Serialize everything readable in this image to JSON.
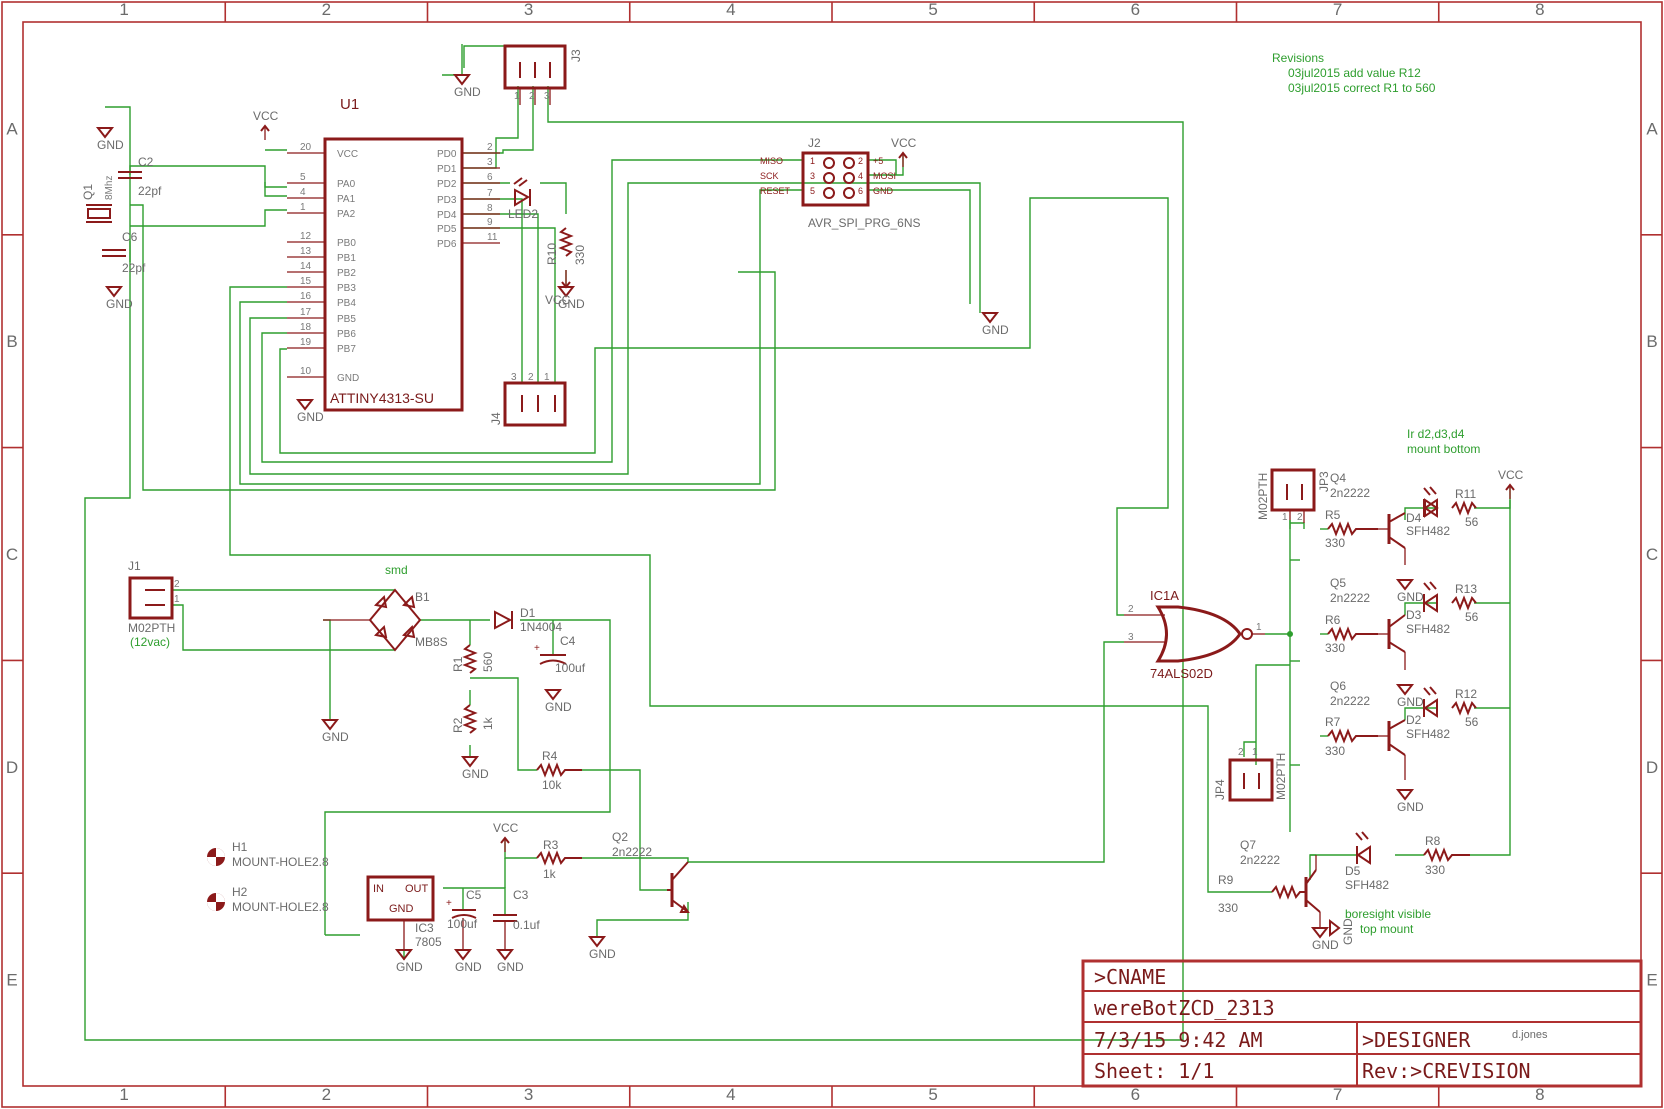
{
  "frame": {
    "columns": [
      "1",
      "2",
      "3",
      "4",
      "5",
      "6",
      "7",
      "8"
    ],
    "rows": [
      "A",
      "B",
      "C",
      "D",
      "E"
    ]
  },
  "revisions": {
    "heading": "Revisions",
    "entries": [
      "03jul2015 add value R12",
      "03jul2015 correct R1 to 560"
    ]
  },
  "notes": {
    "ir_mount": [
      "Ir d2,d3,d4",
      "mount bottom"
    ],
    "boresight": [
      "boresight visible",
      "top mount"
    ],
    "smd": "smd",
    "j1_voltage": "(12vac)"
  },
  "title_block": {
    "name": ">CNAME",
    "project": "wereBotZCD_2313",
    "datetime": "7/3/15 9:42 AM",
    "designer": ">DESIGNER",
    "designer_name": "d.jones",
    "sheet": "Sheet: 1/1",
    "revision": "Rev:>CREVISION"
  },
  "u1": {
    "name": "U1",
    "value": "ATTINY4313-SU",
    "left_pins": [
      {
        "num": "20",
        "name": "VCC"
      },
      {
        "num": "5",
        "name": "PA0"
      },
      {
        "num": "4",
        "name": "PA1"
      },
      {
        "num": "1",
        "name": "PA2"
      },
      {
        "num": "12",
        "name": "PB0"
      },
      {
        "num": "13",
        "name": "PB1"
      },
      {
        "num": "14",
        "name": "PB2"
      },
      {
        "num": "15",
        "name": "PB3"
      },
      {
        "num": "16",
        "name": "PB4"
      },
      {
        "num": "17",
        "name": "PB5"
      },
      {
        "num": "18",
        "name": "PB6"
      },
      {
        "num": "19",
        "name": "PB7"
      },
      {
        "num": "10",
        "name": "GND"
      }
    ],
    "right_pins": [
      {
        "num": "2",
        "name": "PD0"
      },
      {
        "num": "3",
        "name": "PD1"
      },
      {
        "num": "6",
        "name": "PD2"
      },
      {
        "num": "7",
        "name": "PD3"
      },
      {
        "num": "8",
        "name": "PD4"
      },
      {
        "num": "9",
        "name": "PD5"
      },
      {
        "num": "11",
        "name": "PD6"
      }
    ]
  },
  "j2": {
    "name": "J2",
    "value": "AVR_SPI_PRG_6NS",
    "left": [
      {
        "label": "MISO",
        "num": "1"
      },
      {
        "label": "SCK",
        "num": "3"
      },
      {
        "label": "RESET",
        "num": "5"
      }
    ],
    "right": [
      {
        "label": "+5",
        "num": "2"
      },
      {
        "label": "MOSI",
        "num": "4"
      },
      {
        "label": "GND",
        "num": "6"
      }
    ]
  },
  "parts": {
    "j3": {
      "name": "J3",
      "pins": [
        "1",
        "2",
        "3"
      ]
    },
    "j4": {
      "name": "J4",
      "pins": [
        "3",
        "2",
        "1"
      ]
    },
    "c2": {
      "name": "C2",
      "value": "22pf"
    },
    "c6": {
      "name": "C6",
      "value": "22pf"
    },
    "q1": {
      "name": "Q1",
      "value": "8Mhz"
    },
    "led2": {
      "name": "LED2"
    },
    "r10": {
      "name": "R10",
      "value": "330"
    },
    "j1": {
      "name": "J1",
      "value": "M02PTH",
      "pins": [
        "2",
        "1"
      ]
    },
    "b1": {
      "name": "B1",
      "value": "MB8S"
    },
    "d1": {
      "name": "D1",
      "value": "1N4004"
    },
    "c4": {
      "name": "C4",
      "value": "100uf"
    },
    "r1": {
      "name": "R1",
      "value": "560"
    },
    "r2": {
      "name": "R2",
      "value": "1k"
    },
    "r4": {
      "name": "R4",
      "value": "10k"
    },
    "r3": {
      "name": "R3",
      "value": "1k"
    },
    "q2": {
      "name": "Q2",
      "value": "2n2222"
    },
    "ic3": {
      "name": "IC3",
      "value": "7805",
      "in": "IN",
      "out": "OUT",
      "gnd": "GND"
    },
    "c5": {
      "name": "C5",
      "value": "100uf"
    },
    "c3": {
      "name": "C3",
      "value": "0.1uf"
    },
    "h1": {
      "name": "H1",
      "value": "MOUNT-HOLE2.8"
    },
    "h2": {
      "name": "H2",
      "value": "MOUNT-HOLE2.8"
    },
    "ic1a": {
      "name": "IC1A",
      "value": "74ALS02D",
      "pins": [
        "2",
        "3",
        "1"
      ]
    },
    "jp3": {
      "name": "JP3",
      "value": "M02PTH",
      "pins": [
        "1",
        "2"
      ]
    },
    "jp4": {
      "name": "JP4",
      "value": "M02PTH",
      "pins": [
        "2",
        "1"
      ]
    },
    "q4": {
      "name": "Q4",
      "value": "2n2222"
    },
    "q5": {
      "name": "Q5",
      "value": "2n2222"
    },
    "q6": {
      "name": "Q6",
      "value": "2n2222"
    },
    "q7": {
      "name": "Q7",
      "value": "2n2222"
    },
    "r5": {
      "name": "R5",
      "value": "330"
    },
    "r6": {
      "name": "R6",
      "value": "330"
    },
    "r7": {
      "name": "R7",
      "value": "330"
    },
    "r9": {
      "name": "R9",
      "value": "330"
    },
    "r8": {
      "name": "R8",
      "value": "330"
    },
    "r11": {
      "name": "R11",
      "value": "56"
    },
    "r13": {
      "name": "R13",
      "value": "56"
    },
    "r12": {
      "name": "R12",
      "value": "56"
    },
    "d4": {
      "name": "D4",
      "value": "SFH482"
    },
    "d3": {
      "name": "D3",
      "value": "SFH482"
    },
    "d2": {
      "name": "D2",
      "value": "SFH482"
    },
    "d5": {
      "name": "D5",
      "value": "SFH482"
    }
  },
  "power": {
    "vcc": "VCC",
    "gnd": "GND"
  },
  "colors": {
    "symbol": "#8b1a1a",
    "net": "#2e9e2e",
    "frame": "#b03030",
    "text": "#6b6b6b"
  }
}
